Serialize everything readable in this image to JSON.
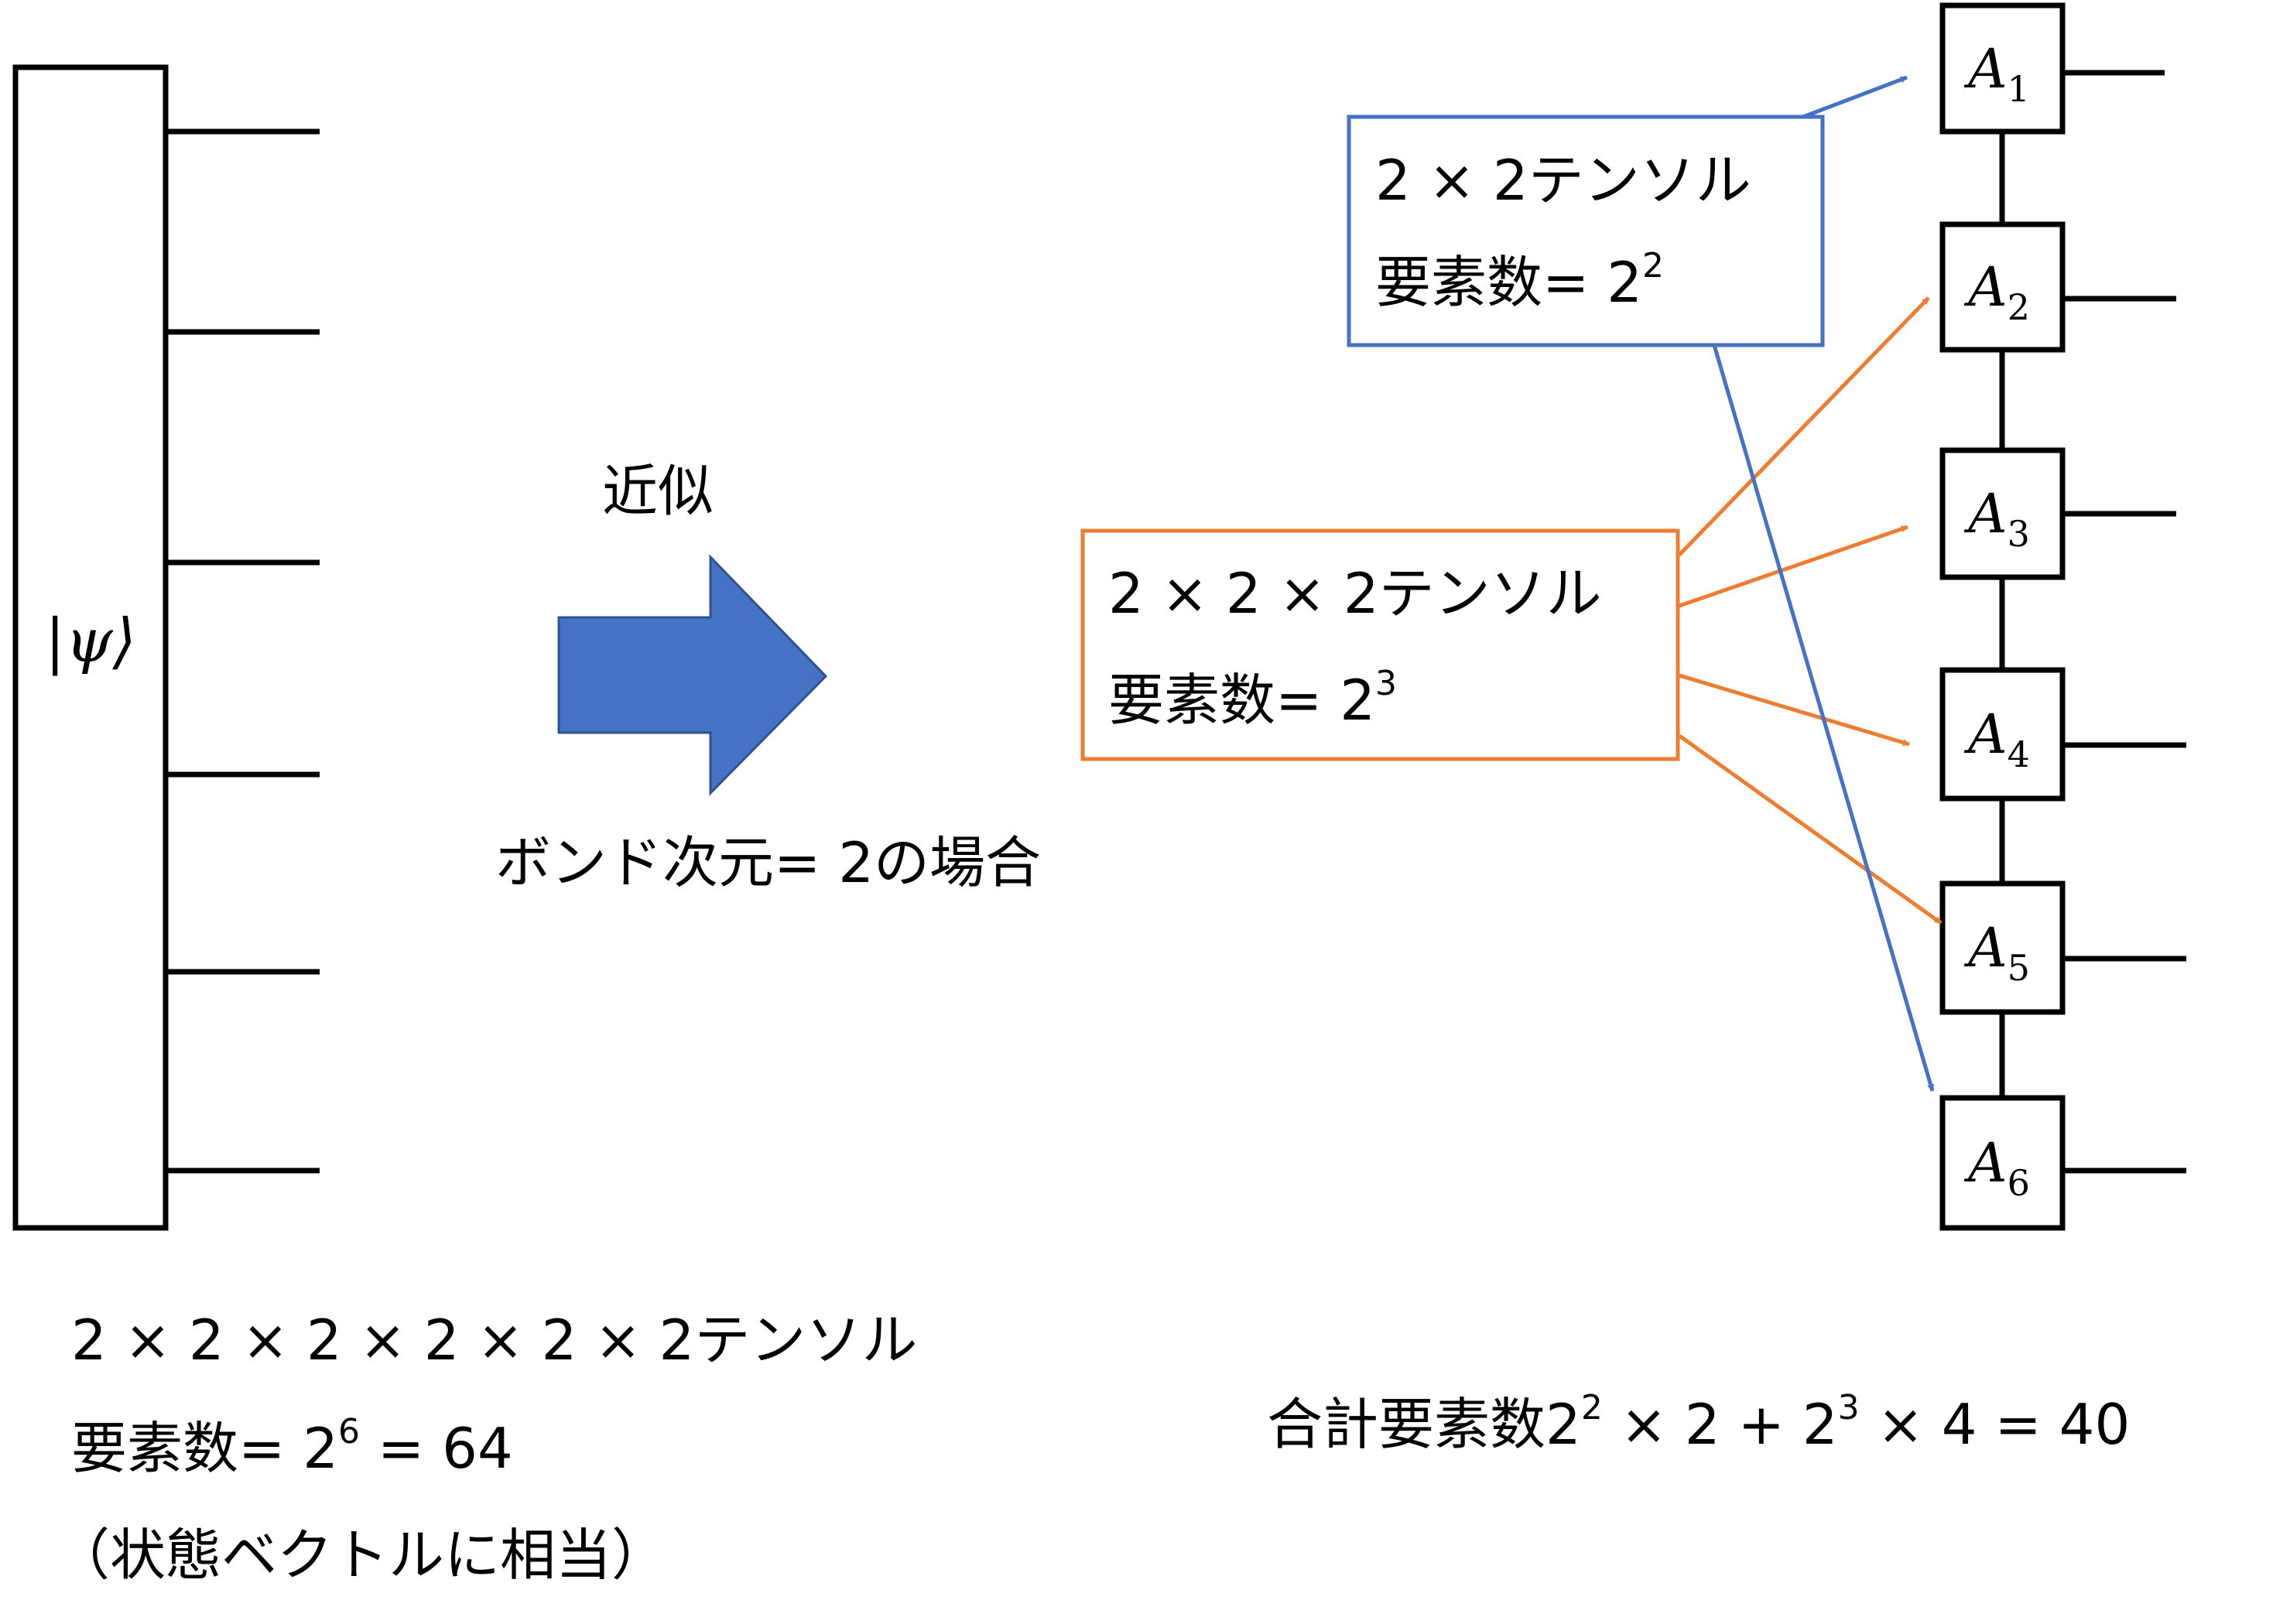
{
  "state": {
    "ket": "|ψ⟩",
    "tensor_label": "2 × 2 × 2 × 2 × 2 × 2テンソル",
    "elements_prefix": "要素数= 2",
    "elements_exp": "6",
    "elements_rest": " = 64",
    "note": "（状態ベクトルに相当）"
  },
  "approx": {
    "label": "近似",
    "condition": "ボンド次元= 2の場合"
  },
  "boundary_box": {
    "title": "2 × 2テンソル",
    "elements_prefix": "要素数= 2",
    "elements_exp": "2"
  },
  "inner_box": {
    "title": "2 × 2 × 2テンソル",
    "elements_prefix": "要素数= 2",
    "elements_exp": "3"
  },
  "mps": {
    "nodes": [
      {
        "letter": "A",
        "sub": "1"
      },
      {
        "letter": "A",
        "sub": "2"
      },
      {
        "letter": "A",
        "sub": "3"
      },
      {
        "letter": "A",
        "sub": "4"
      },
      {
        "letter": "A",
        "sub": "5"
      },
      {
        "letter": "A",
        "sub": "6"
      }
    ]
  },
  "total": {
    "prefix": "合計要素数2",
    "exp1": "2",
    "mid1": " × 2 + 2",
    "exp2": "3",
    "mid2": " × 4 = 40"
  },
  "colors": {
    "blue": "#4472C4",
    "orange": "#ED7D31",
    "arrow_fill": "#4472C4",
    "arrow_stroke": "#2F528F"
  }
}
